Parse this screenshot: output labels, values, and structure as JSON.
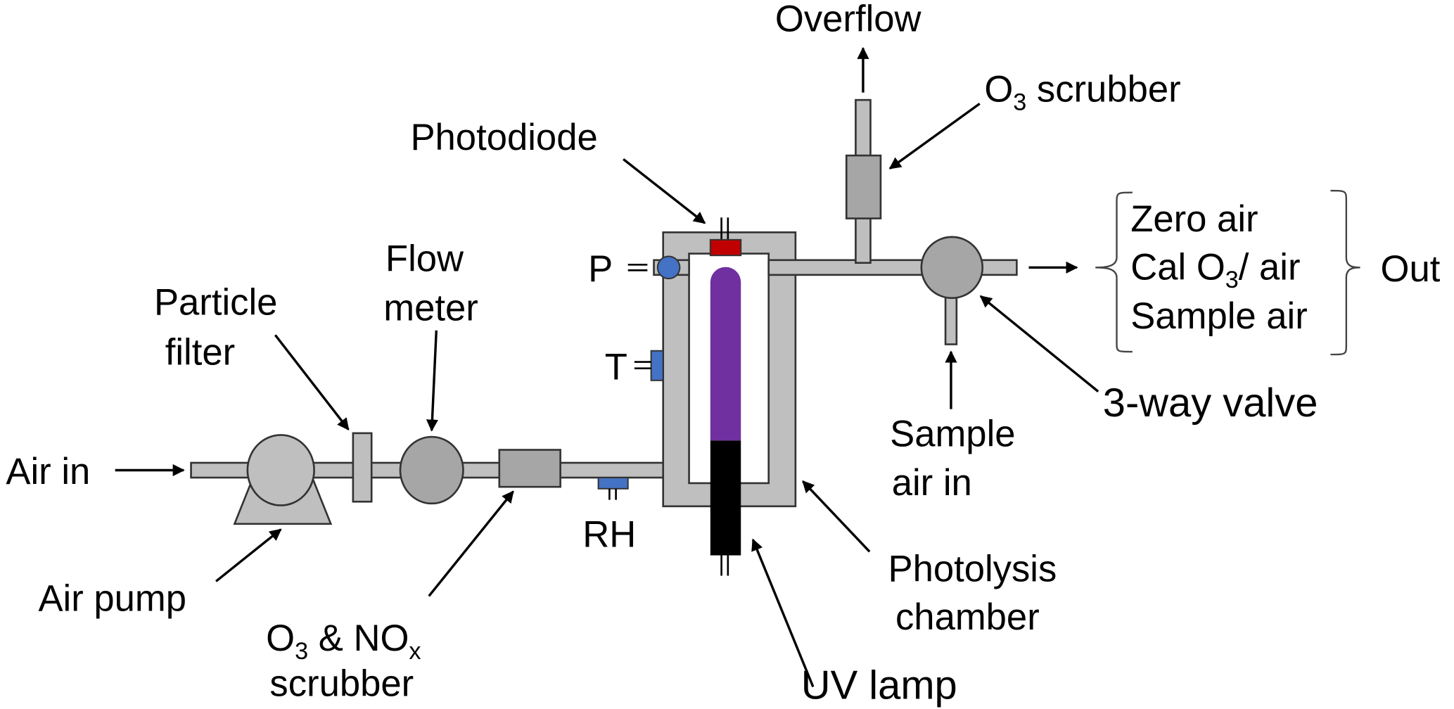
{
  "figure": {
    "title": "Ozone calibration / photolysis system schematic",
    "colors": {
      "pipe": "#bfbfbf",
      "component": "#a6a6a6",
      "chamber": "#bfbfbf",
      "uv_lamp": "#7030a0",
      "lamp_base": "#000000",
      "photodiode": "#c00000",
      "sensor": "#4472c4"
    }
  },
  "labels": {
    "air_in": "Air in",
    "air_pump": "Air pump",
    "particle_filter_1": "Particle",
    "particle_filter_2": "filter",
    "flow_meter_1": "Flow",
    "flow_meter_2": "meter",
    "o3_nox_scrubber_1a": "O",
    "o3_nox_scrubber_1b": "3",
    "o3_nox_scrubber_1c": " & NO",
    "o3_nox_scrubber_1d": "x",
    "o3_nox_scrubber_2": "scrubber",
    "rh": "RH",
    "p": "P",
    "t": "T",
    "photodiode": "Photodiode",
    "uv_lamp": "UV lamp",
    "photolysis_chamber_1": "Photolysis",
    "photolysis_chamber_2": "chamber",
    "overflow": "Overflow",
    "o3_scrubber_a": "O",
    "o3_scrubber_b": "3",
    "o3_scrubber_c": " scrubber",
    "sample_air_in_1": "Sample",
    "sample_air_in_2": "air  in",
    "three_way_valve": "3-way valve",
    "out": "Out",
    "outputs": {
      "zero_air": "Zero air",
      "cal_a": "Cal O",
      "cal_b": "3",
      "cal_c": "/ air",
      "sample_air": "Sample  air"
    }
  }
}
